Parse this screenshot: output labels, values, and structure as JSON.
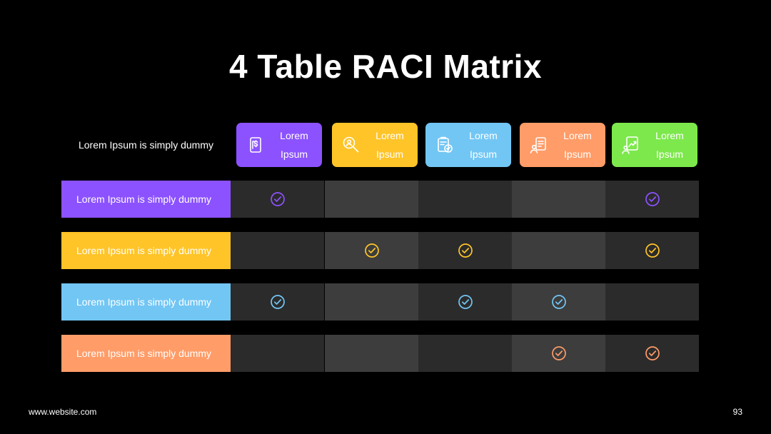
{
  "title": "4 Table RACI Matrix",
  "corner_label": "Lorem Ipsum is simply dummy",
  "columns": [
    {
      "line1": "Lorem",
      "line2": "Ipsum",
      "color": "#8c52ff",
      "icon": "document-dollar-icon"
    },
    {
      "line1": "Lorem",
      "line2": "Ipsum",
      "color": "#ffc428",
      "icon": "search-person-icon"
    },
    {
      "line1": "Lorem",
      "line2": "Ipsum",
      "color": "#72c6f4",
      "icon": "clipboard-check-icon"
    },
    {
      "line1": "Lorem",
      "line2": "Ipsum",
      "color": "#ff9c68",
      "icon": "checklist-person-icon"
    },
    {
      "line1": "Lorem",
      "line2": "Ipsum",
      "color": "#7de84c",
      "icon": "growth-chart-icon"
    }
  ],
  "rows": [
    {
      "label": "Lorem Ipsum is simply dummy",
      "color": "#8c52ff",
      "checks": [
        true,
        false,
        false,
        false,
        true
      ]
    },
    {
      "label": "Lorem Ipsum is simply dummy",
      "color": "#ffc428",
      "checks": [
        false,
        true,
        true,
        false,
        true
      ]
    },
    {
      "label": "Lorem Ipsum is simply dummy",
      "color": "#72c6f4",
      "checks": [
        true,
        false,
        true,
        true,
        false
      ]
    },
    {
      "label": "Lorem Ipsum is simply dummy",
      "color": "#ff9c68",
      "checks": [
        false,
        false,
        false,
        true,
        true
      ]
    }
  ],
  "footer": {
    "website": "www.website.com",
    "page_number": "93"
  }
}
